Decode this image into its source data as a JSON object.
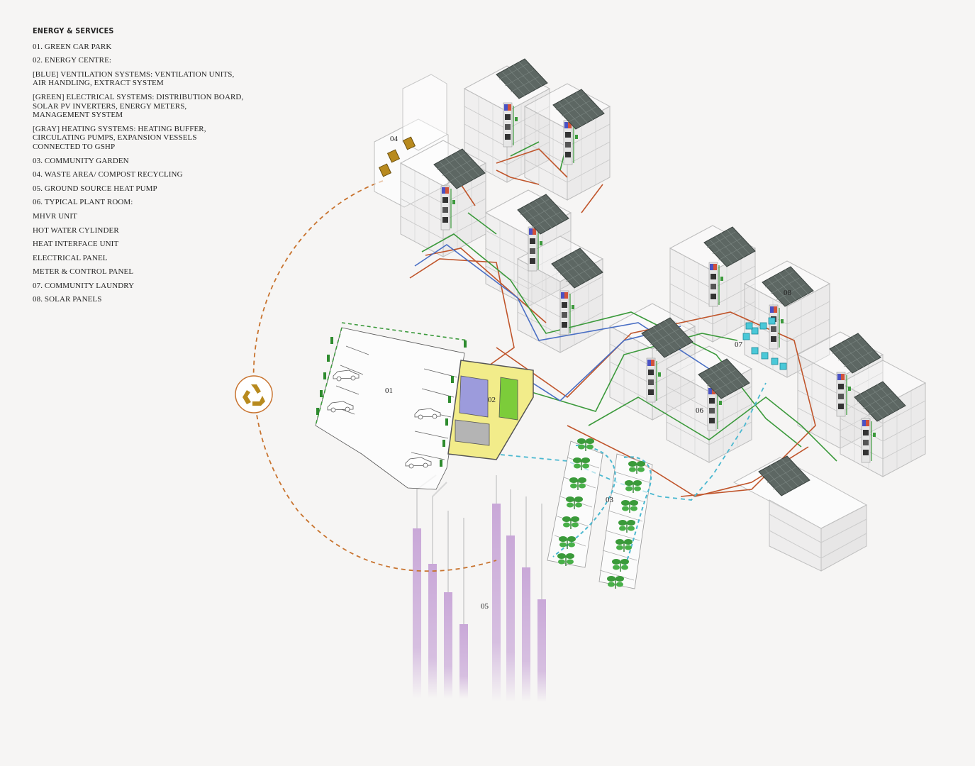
{
  "legend": {
    "title": "ENERGY & SERVICES",
    "items": [
      "01. GREEN CAR PARK",
      "02. ENERGY CENTRE:",
      "[BLUE] VENTILATION SYSTEMS: VENTILATION UNITS, AIR HANDLING, EXTRACT SYSTEM",
      " [GREEN] ELECTRICAL SYSTEMS: DISTRIBUTION BOARD, SOLAR PV INVERTERS, ENERGY METERS, MANAGEMENT SYSTEM",
      "[GRAY] HEATING SYSTEMS: HEATING BUFFER, CIRCULATING PUMPS, EXPANSION VESSELS CONNECTED TO GSHP",
      "03. COMMUNITY GARDEN",
      "04. WASTE AREA/ COMPOST RECYCLING",
      "05. GROUND SOURCE HEAT PUMP",
      "06. TYPICAL PLANT ROOM:",
      "MHVR UNIT",
      "HOT WATER CYLINDER",
      "HEAT INTERFACE UNIT",
      "ELECTRICAL PANEL",
      "METER & CONTROL PANEL",
      "07. COMMUNITY LAUNDRY",
      "08. SOLAR PANELS"
    ]
  },
  "labels": {
    "car_park": "01",
    "energy_centre": "02",
    "garden": "03",
    "waste": "04",
    "gshp": "05",
    "plant_room": "06",
    "laundry": "07",
    "solar": "08"
  },
  "icons": {
    "recycle": "recycle-icon"
  },
  "colors": {
    "ventilation": "#4a6fc4",
    "electrical": "#3c9a3c",
    "heating": "#c0552b",
    "water": "#4ab8d0",
    "waste_loop": "#c8732e",
    "solar_panel": "#5a6460",
    "energy_centre_base": "#f2ec8a",
    "vent_box": "#9c9bdc",
    "elec_box": "#7ccc3a",
    "heat_box": "#b4b4b4",
    "gshp_pipe": "#c9a8d8"
  }
}
